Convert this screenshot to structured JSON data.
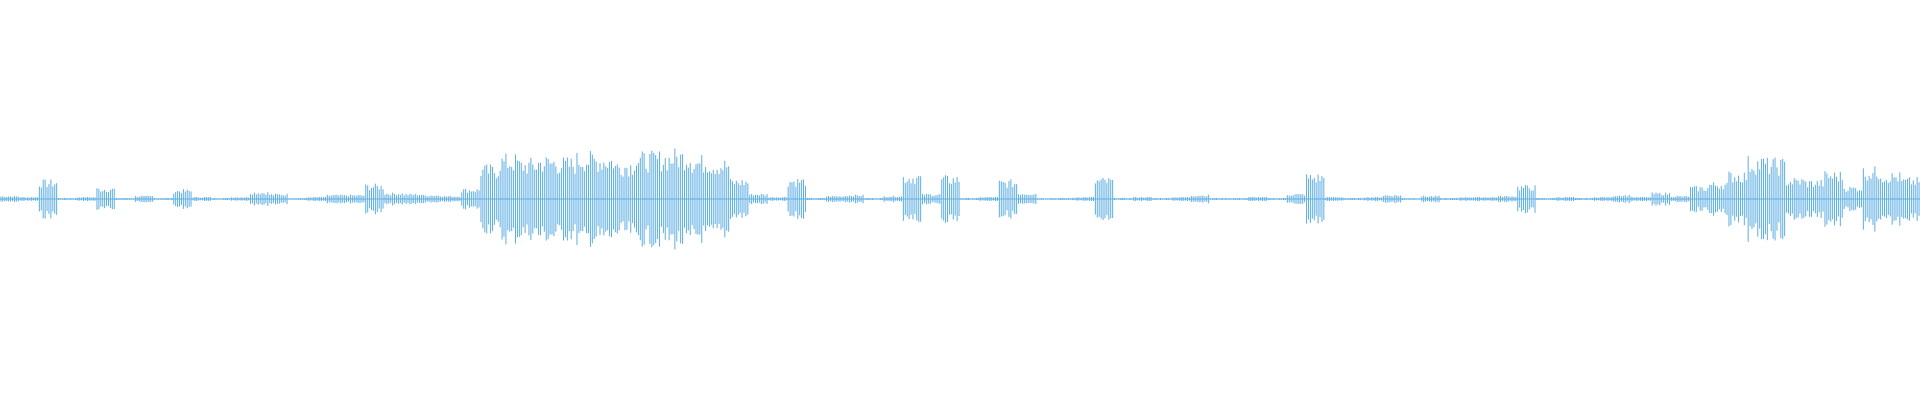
{
  "chart_data": {
    "type": "area",
    "title": "",
    "xlabel": "",
    "ylabel": "",
    "xlim": [
      0,
      1
    ],
    "ylim": [
      -1,
      1
    ],
    "grid": false,
    "legend": "none",
    "series": [
      {
        "values": [
          0.03,
          0.02,
          0.18,
          0.01,
          0.02,
          0.11,
          0.01,
          0.03,
          0.01,
          0.09,
          0.02,
          0.01,
          0.02,
          0.07,
          0.05,
          0.01,
          0.02,
          0.04,
          0.04,
          0.14,
          0.06,
          0.05,
          0.04,
          0.03,
          0.1,
          0.32,
          0.42,
          0.38,
          0.41,
          0.39,
          0.44,
          0.43,
          0.37,
          0.44,
          0.45,
          0.47,
          0.41,
          0.38,
          0.19,
          0.05,
          0.02,
          0.2,
          0.01,
          0.03,
          0.04,
          0.01,
          0.03,
          0.24,
          0.05,
          0.22,
          0.01,
          0.02,
          0.18,
          0.06,
          0.01,
          0.01,
          0.02,
          0.2,
          0.01,
          0.02,
          0.01,
          0.02,
          0.04,
          0.01,
          0.01,
          0.02,
          0.01,
          0.05,
          0.24,
          0.02,
          0.01,
          0.02,
          0.04,
          0.01,
          0.03,
          0.01,
          0.02,
          0.02,
          0.03,
          0.13,
          0.01,
          0.02,
          0.01,
          0.02,
          0.04,
          0.02,
          0.06,
          0.03,
          0.12,
          0.16,
          0.26,
          0.4,
          0.38,
          0.2,
          0.18,
          0.26,
          0.12,
          0.3,
          0.25,
          0.2
        ]
      }
    ],
    "colors": {
      "waveform": "#5dade2",
      "background": "#ffffff"
    }
  }
}
